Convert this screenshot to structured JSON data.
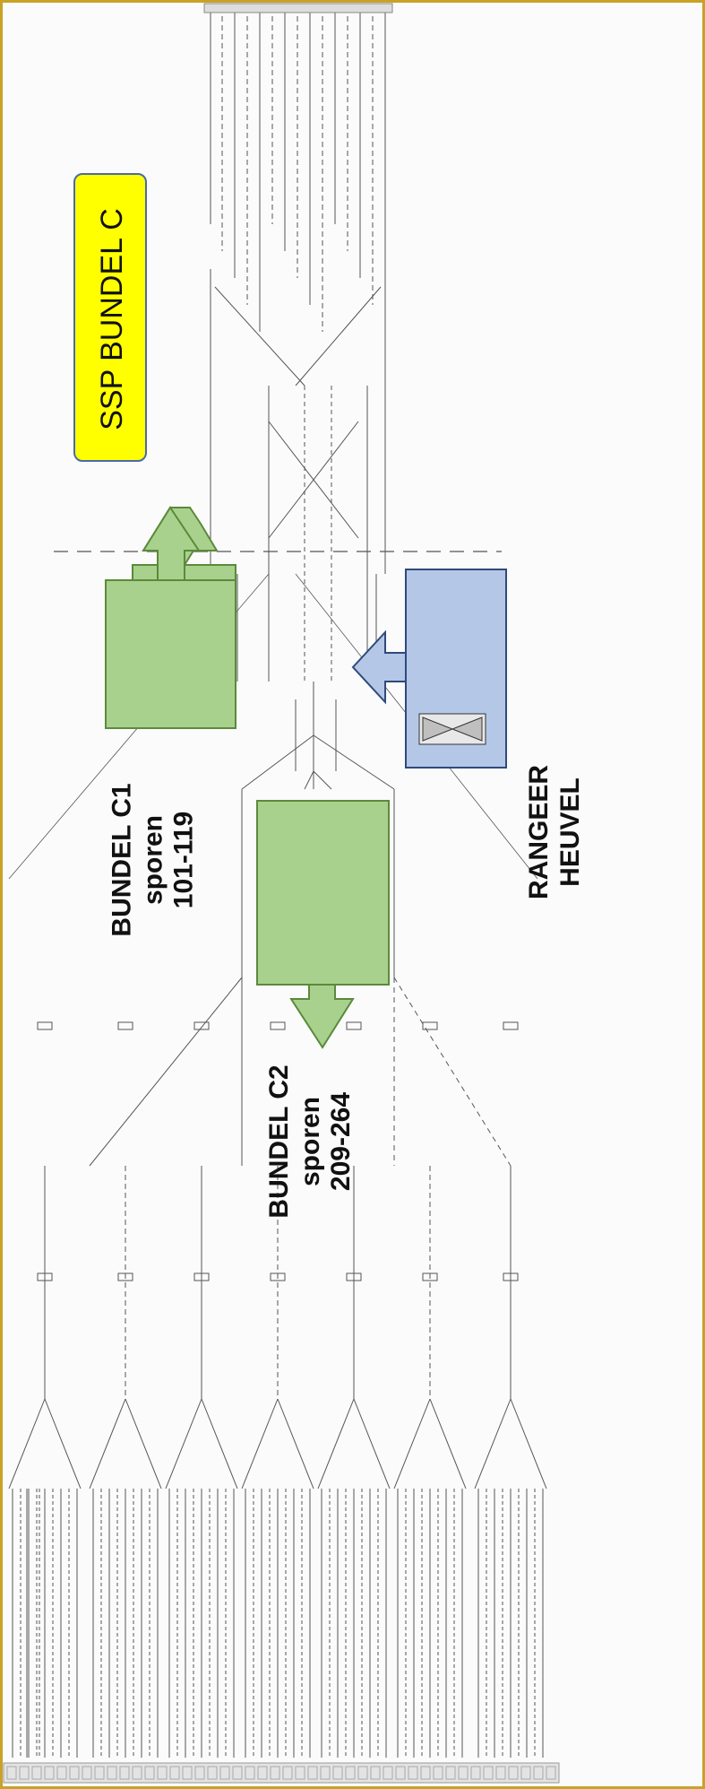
{
  "title": "SSP BUNDEL C",
  "callouts": {
    "c1": {
      "line1": "BUNDEL C1",
      "line2": "sporen",
      "line3": "101-119"
    },
    "c2": {
      "line1": "BUNDEL C2",
      "line2": "sporen",
      "line3": "209-264"
    },
    "hump": {
      "line1": "RANGEER",
      "line2": "HEUVEL"
    }
  },
  "colors": {
    "title_fill": "#ffff00",
    "bundle_fill": "#a9d18e",
    "bundle_stroke": "#5b8a3a",
    "hump_fill": "#b4c7e7",
    "hump_stroke": "#2f4a7a",
    "frame": "#c9a227",
    "track": "#555555"
  }
}
